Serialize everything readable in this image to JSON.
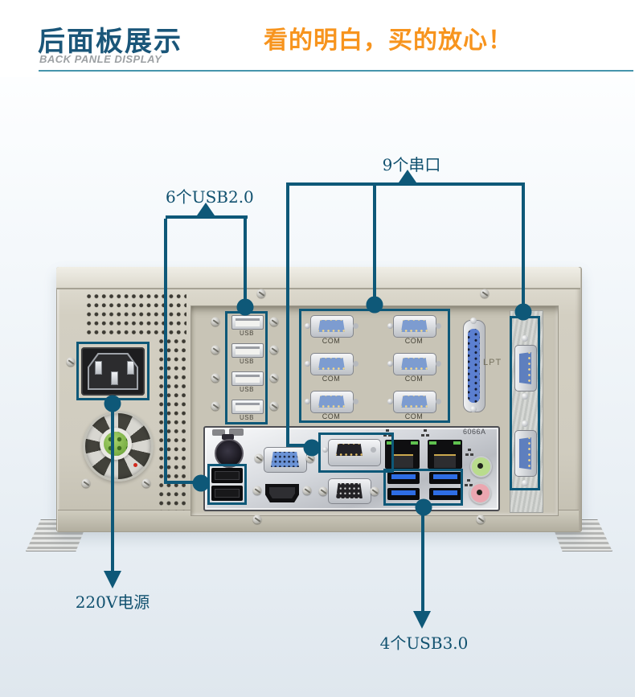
{
  "header": {
    "title": "后面板展示",
    "subtitle": "BACK PANLE DISPLAY",
    "tagline": "看的明白，买的放心！"
  },
  "callouts": {
    "usb2_label": "6个USB2.0",
    "serial_label": "9个串口",
    "power_label": "220V电源",
    "usb3_label": "4个USB3.0"
  },
  "panel": {
    "usb_labels": [
      "USB",
      "USB",
      "USB",
      "USB"
    ],
    "com_labels": [
      "COM",
      "COM",
      "COM",
      "COM",
      "COM",
      "COM"
    ],
    "lpt_label": "LPT",
    "model": "6066A"
  },
  "colors": {
    "callout_teal": "#0e5878",
    "tagline_orange": "#f7941e",
    "title_blue": "#1a5679"
  }
}
